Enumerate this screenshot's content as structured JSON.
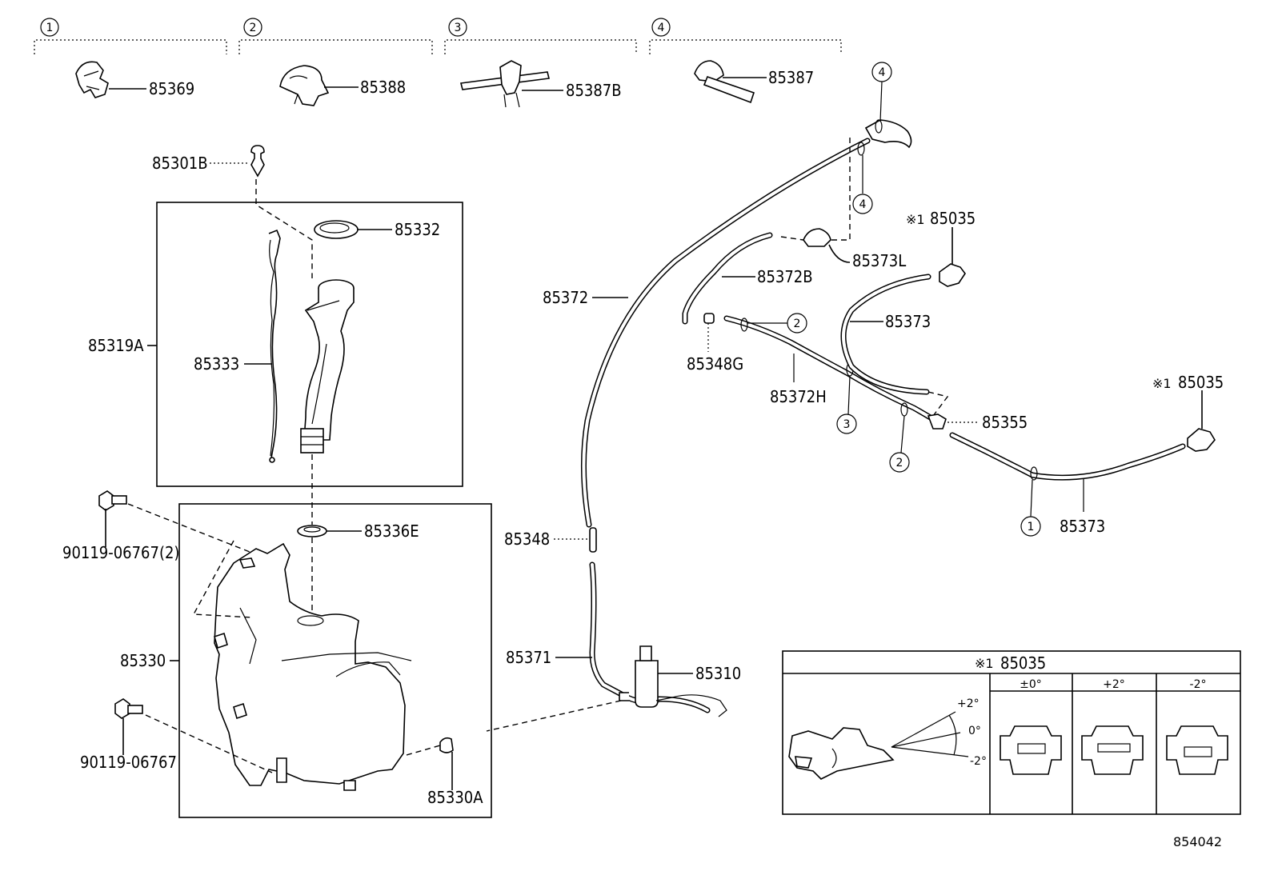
{
  "diagram": {
    "clip_groups": [
      {
        "number": "1",
        "part": "85369"
      },
      {
        "number": "2",
        "part": "85388"
      },
      {
        "number": "3",
        "part": "85387B"
      },
      {
        "number": "4",
        "part": "85387"
      }
    ],
    "labels": {
      "p85301B": "85301B",
      "p85332": "85332",
      "p85319A": "85319A",
      "p85333": "85333",
      "p90119a": "90119-06767(2)",
      "p85336E": "85336E",
      "p85330": "85330",
      "p90119b": "90119-06767",
      "p85330A": "85330A",
      "p85372": "85372",
      "p85348": "85348",
      "p85371": "85371",
      "p85310": "85310",
      "p85372B": "85372B",
      "p85373L": "85373L",
      "p85348G": "85348G",
      "p85372H": "85372H",
      "p85373a": "85373",
      "p85355": "85355",
      "p85373b": "85373",
      "p85035a": "85035",
      "p85035b": "85035",
      "mark": "※1"
    },
    "callouts": {
      "c4a": "4",
      "c4b": "4",
      "c2a": "2",
      "c3": "3",
      "c2b": "2",
      "c1": "1"
    },
    "inset": {
      "title_mark": "※1",
      "title_part": "85035",
      "angles": [
        "+2°",
        "0°",
        "-2°"
      ],
      "columns": [
        "±0°",
        "+2°",
        "-2°"
      ]
    },
    "figure_id": "854042"
  }
}
